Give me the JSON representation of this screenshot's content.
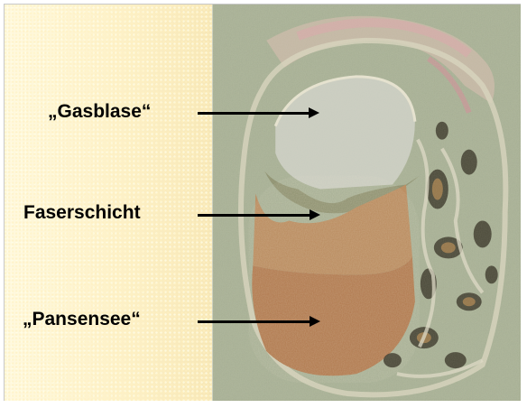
{
  "labels": {
    "gas": "„Gasblase“",
    "fiber": "Faserschicht",
    "lake": "„Pansensee“"
  },
  "colors": {
    "background_left": "#fbefc8",
    "photo_background": "#a9b297",
    "tissue_pink": "#cfa6a3",
    "gas_bubble": "#c9ccc0",
    "fiber_layer": "#b98a5d",
    "rumen_fluid": "#b0784d",
    "text": "#000000"
  }
}
